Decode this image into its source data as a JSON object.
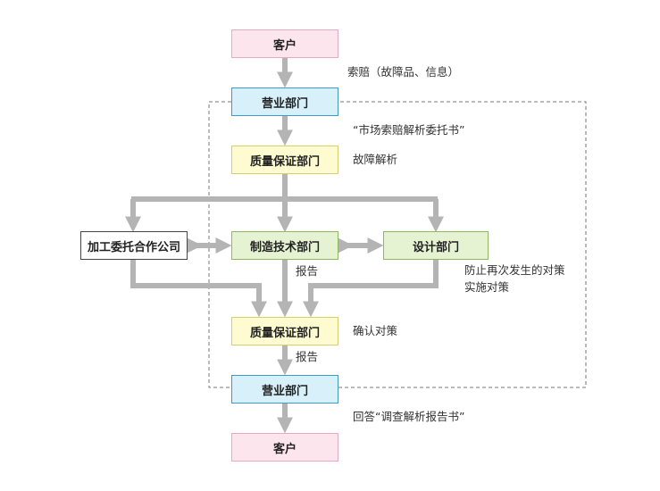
{
  "boxes": {
    "customer_top": "客户",
    "sales_top": "营业部门",
    "qa_top": "质量保证部门",
    "contractor": "加工委托合作公司",
    "manufacturing": "制造技术部门",
    "design": "设计部门",
    "qa_bottom": "质量保证部门",
    "sales_bottom": "营业部门",
    "customer_bottom": "客户"
  },
  "notes": {
    "claim": "索赔（故障品、信息）",
    "market_claim_report": "“市场索赔解析委托书”",
    "failure_analysis": "故障解析",
    "report_mfg": "报告",
    "prevention_line1": "防止再次发生的对策",
    "prevention_line2": "实施对策",
    "confirm": "确认对策",
    "report_qa": "报告",
    "reply": "回答“调查解析报告书”"
  },
  "colors": {
    "arrow": "#b4b4b4",
    "dashed_border": "#777777",
    "customer": "#fde5ee",
    "sales": "#d7f0fa",
    "qa": "#fefbd0",
    "departments": "#e6f3d3"
  }
}
